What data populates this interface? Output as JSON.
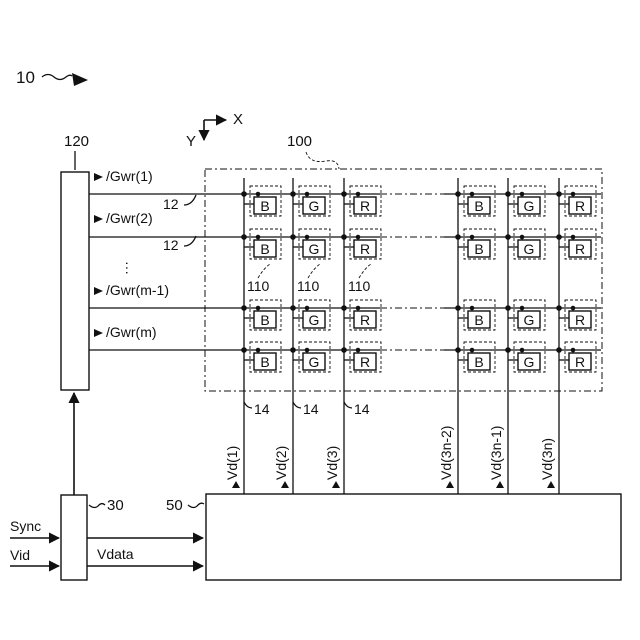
{
  "figure_label": "10",
  "axes": {
    "x_label": "X",
    "y_label": "Y"
  },
  "array": {
    "label": "100",
    "row_line_label": "12",
    "column_line_label": "14",
    "pixel_label": "110",
    "column_colors": [
      "B",
      "G",
      "R",
      "B",
      "G",
      "R"
    ],
    "gate_signals": [
      "/Gwr(1)",
      "/Gwr(2)",
      "/Gwr(m-1)",
      "/Gwr(m)"
    ],
    "data_signals": [
      "Vd(1)",
      "Vd(2)",
      "Vd(3)",
      "Vd(3n-2)",
      "Vd(3n-1)",
      "Vd(3n)"
    ]
  },
  "scan_driver": {
    "label": "120"
  },
  "controller": {
    "label": "30",
    "inputs": [
      "Sync",
      "Vid"
    ],
    "output": "Vdata"
  },
  "data_driver": {
    "label": "50"
  }
}
